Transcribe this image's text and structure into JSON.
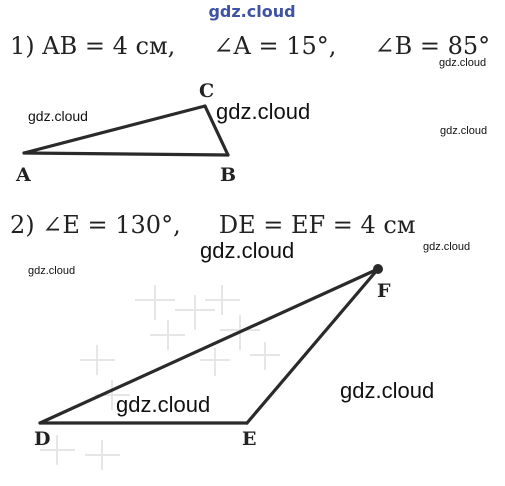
{
  "header_watermark": "gdz.cloud",
  "problem1": {
    "text": "1) AB = 4 см,     ∠A = 15°,     ∠B = 85°",
    "vertices": {
      "a": "A",
      "b": "B",
      "c": "C"
    }
  },
  "problem2": {
    "text": "2) ∠E = 130°,     DE = EF = 4 см",
    "vertices": {
      "d": "D",
      "e": "E",
      "f": "F"
    }
  },
  "watermarks": {
    "w1": "gdz.cloud",
    "w2": "gdz.cloud",
    "w3": "gdz.cloud",
    "w4": "gdz.cloud",
    "w5": "gdz.cloud",
    "w6": "gdz.cloud",
    "w7": "gdz.cloud",
    "w8": "gdz.cloud",
    "w9": "gdz.cloud"
  },
  "colors": {
    "ink": "#2a2a2a",
    "watermark_header": "#3f52a3"
  }
}
